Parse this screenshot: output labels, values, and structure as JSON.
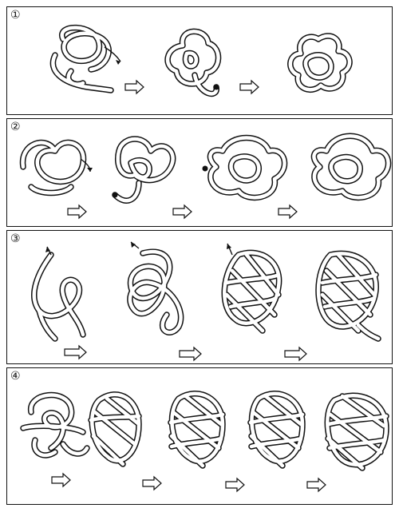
{
  "panels": [
    {
      "label": "①",
      "steps": 3
    },
    {
      "label": "②",
      "steps": 4
    },
    {
      "label": "③",
      "steps": 4
    },
    {
      "label": "④",
      "steps": 5
    }
  ]
}
